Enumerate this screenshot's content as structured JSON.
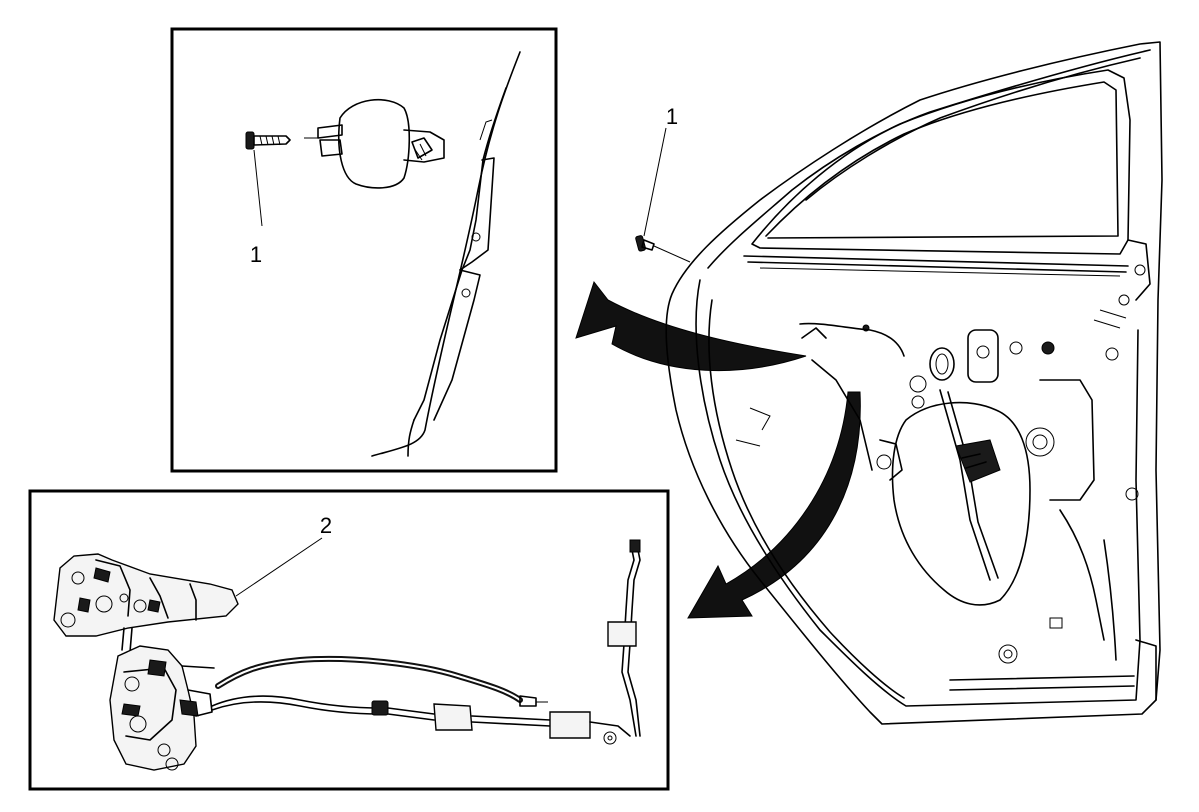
{
  "callouts": {
    "inset_top_fastener": "1",
    "door_fastener": "1",
    "inset_bottom_assembly": "2"
  }
}
